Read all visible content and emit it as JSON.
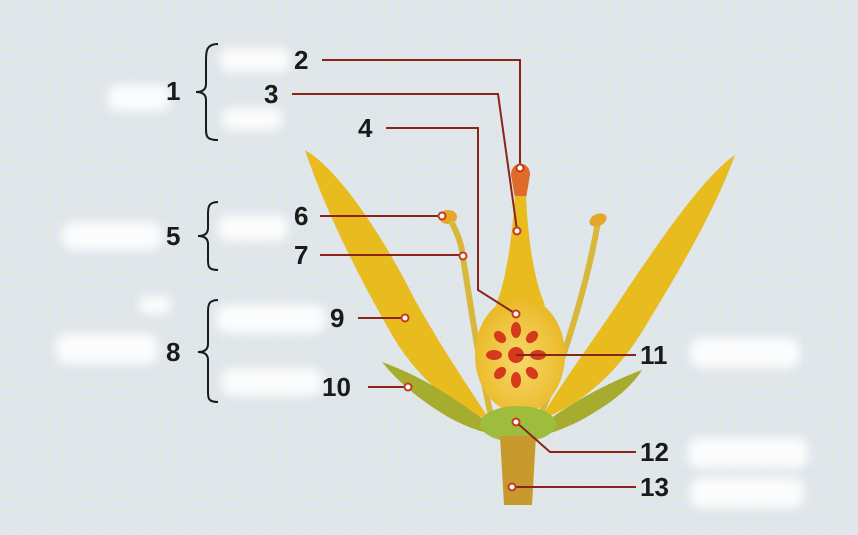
{
  "diagram": {
    "labels": {
      "l1": "1",
      "l2": "2",
      "l3": "3",
      "l4": "4",
      "l5": "5",
      "l6": "6",
      "l7": "7",
      "l8": "8",
      "l9": "9",
      "l10": "10",
      "l11": "11",
      "l12": "12",
      "l13": "13"
    },
    "colors": {
      "background": "#dfe6ec",
      "grid_pattern": "#e7e3a8",
      "petal": "#e8bb1e",
      "stamen": "#d8b83a",
      "anther": "#e6a62a",
      "stigma": "#e06a2a",
      "ovary": "#f0c62c",
      "ovule": "#d53a1c",
      "sepal": "#a6ad2e",
      "receptacle": "#9fbd3c",
      "stalk": "#c89a2e",
      "leader_line": "#8a2418",
      "leader_dot": "#c8381c",
      "answer_blank": "#ffffff"
    }
  }
}
